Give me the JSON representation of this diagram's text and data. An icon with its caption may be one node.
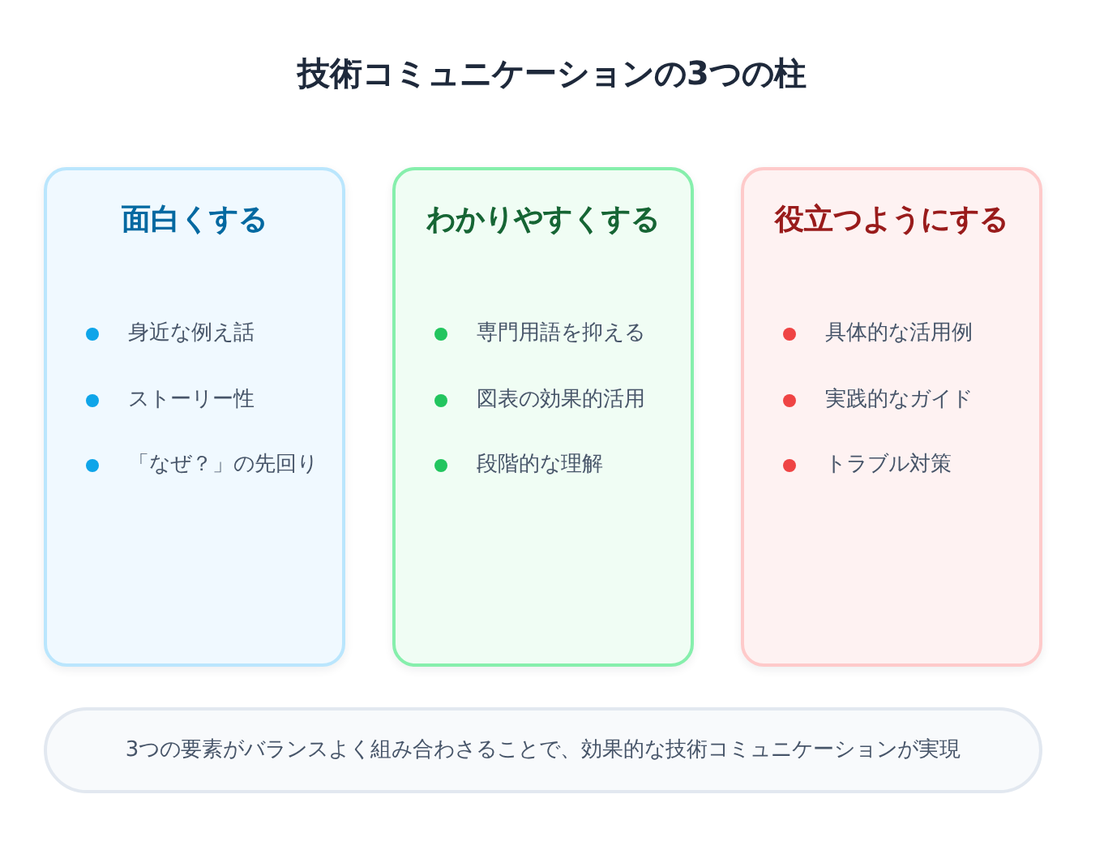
{
  "diagram": {
    "title": "技術コミュニケーションの3つの柱",
    "nodes": [
      {
        "text": [
          "面白くする",
          "身近な例え話",
          "ストーリー性",
          "「なぜ？」の先回り"
        ]
      },
      {
        "text": [
          "わかりやすくする",
          "専門用語を抑える",
          "図表の効果的活用",
          "段階的な理解"
        ]
      },
      {
        "text": [
          "役立つようにする",
          "具体的な活用例",
          "実践的なガイド",
          "トラブル対策"
        ]
      },
      {
        "text": [
          "3つの要素がバランスよく組み合わさることで、効果的な技術コミュニケーションが実現"
        ]
      }
    ]
  }
}
